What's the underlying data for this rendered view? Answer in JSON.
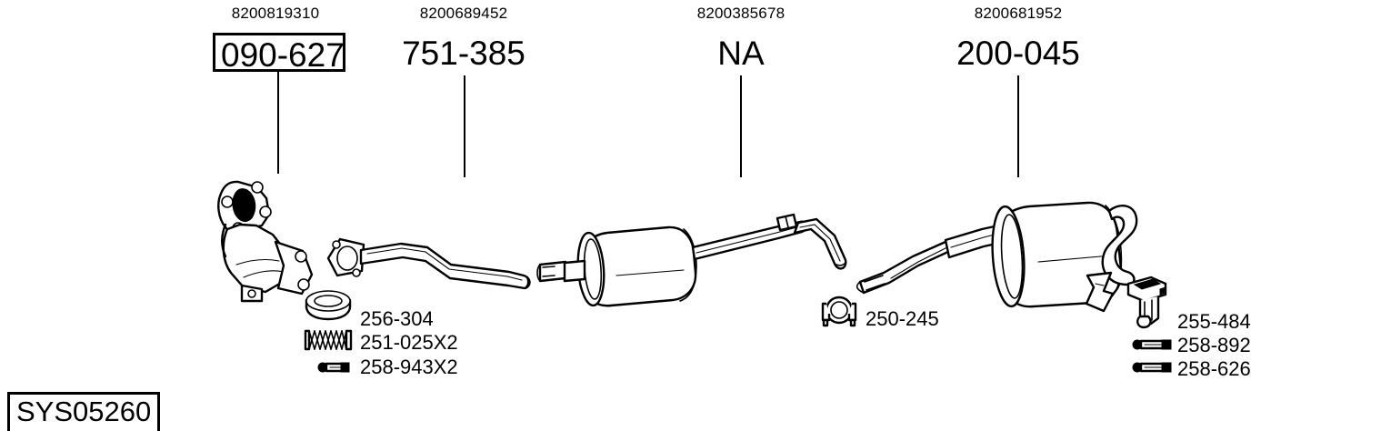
{
  "diagram": {
    "system_code": "SYS05260",
    "components": [
      {
        "oem": "8200819310",
        "ref": "090-627",
        "boxed": true,
        "name": "catalytic-converter"
      },
      {
        "oem": "8200689452",
        "ref": "751-385",
        "boxed": false,
        "name": "front-pipe"
      },
      {
        "oem": "8200385678",
        "ref": "NA",
        "boxed": false,
        "name": "centre-silencer"
      },
      {
        "oem": "8200681952",
        "ref": "200-045",
        "boxed": false,
        "name": "rear-silencer"
      }
    ],
    "accessories_front": [
      {
        "ref": "256-304",
        "icon": "gasket-ring-icon"
      },
      {
        "ref": "251-025X2",
        "icon": "coil-spring-icon"
      },
      {
        "ref": "258-943X2",
        "icon": "bolt-icon"
      }
    ],
    "accessories_middle": [
      {
        "ref": "250-245",
        "icon": "pipe-clamp-icon"
      }
    ],
    "accessories_rear": [
      {
        "ref": "255-484",
        "icon": "hanger-bracket-icon"
      },
      {
        "ref": "258-892",
        "icon": "bolt-icon"
      },
      {
        "ref": "258-626",
        "icon": "bolt-icon"
      }
    ]
  }
}
